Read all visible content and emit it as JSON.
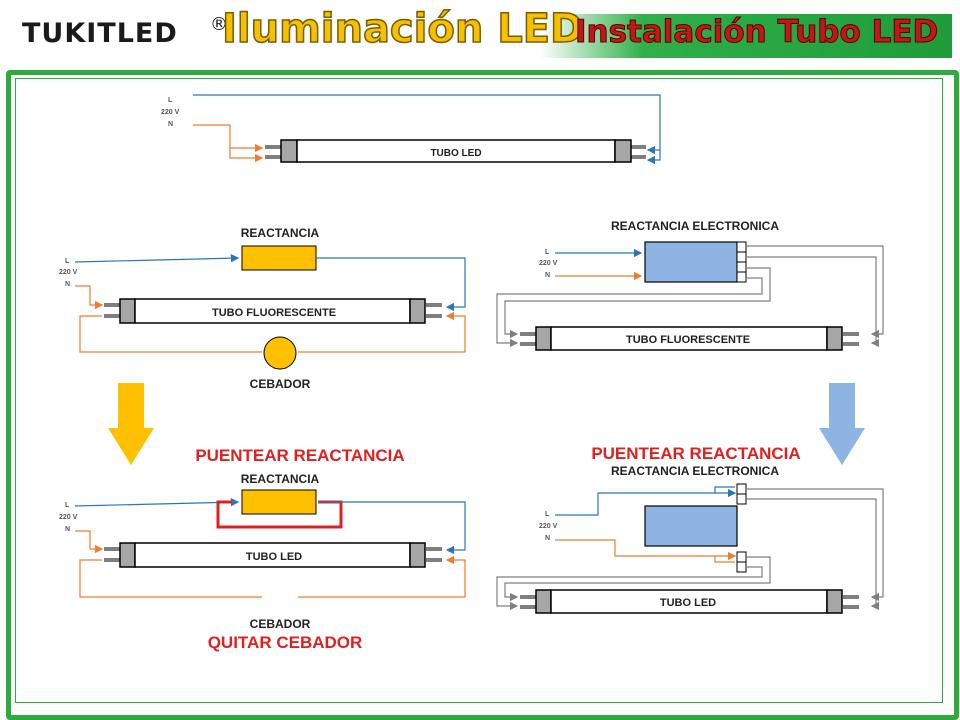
{
  "header": {
    "logo": "TUKITLED",
    "logo_mark": "®",
    "title": "Iluminación LED",
    "subtitle": "Instalación Tubo LED"
  },
  "supply": {
    "line": "L",
    "voltage": "220 V",
    "neutral": "N"
  },
  "panels": {
    "top": {
      "tube": "TUBO LED"
    },
    "left_original": {
      "ballast": "REACTANCIA",
      "tube": "TUBO FLUORESCENTE",
      "starter": "CEBADOR"
    },
    "right_original": {
      "ballast": "REACTANCIA ELECTRONICA",
      "tube": "TUBO FLUORESCENTE"
    },
    "left_led": {
      "instruction": "PUENTEAR REACTANCIA",
      "ballast": "REACTANCIA",
      "tube": "TUBO LED",
      "starter": "CEBADOR",
      "instruction2": "QUITAR CEBADOR"
    },
    "right_led": {
      "instruction": "PUENTEAR REACTANCIA",
      "ballast": "REACTANCIA ELECTRONICA",
      "tube": "TUBO LED"
    }
  },
  "colors": {
    "wire_line": "#2e75b6",
    "wire_neutral": "#ed7d31",
    "wire_gray": "#7f7f7f",
    "ballast_magnetic": "#ffc000",
    "ballast_electronic": "#8eb4e3",
    "starter": "#ffc000",
    "bridge": "#e02020",
    "arrow_left": "#ffc000",
    "arrow_right": "#8eb4e3",
    "instruction_text": "#e02020",
    "frame": "#2faa3e"
  }
}
